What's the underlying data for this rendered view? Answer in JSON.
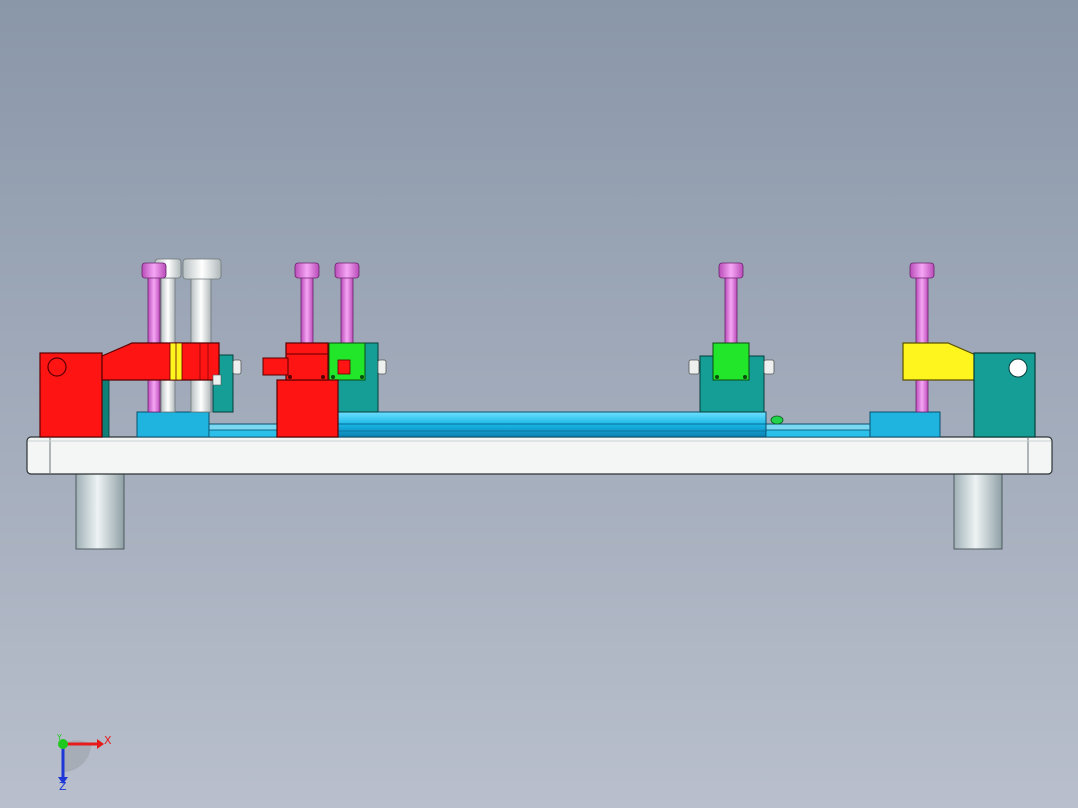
{
  "viewport": {
    "background_top": "#8a97a9",
    "background_bottom": "#b9bfcc"
  },
  "colors": {
    "base_plate": "#f2f4f4",
    "rail": "#19b7e6",
    "rail_dark": "#0b7fb0",
    "red_part": "#ff1414",
    "green_part": "#22e62a",
    "yellow_part": "#fff51e",
    "teal_part": "#159e96",
    "magenta_bolt": "#e070e0",
    "white_bolt": "#eef0f0",
    "leg": "#d8e0e4"
  },
  "triad": {
    "x_label": "X",
    "y_label": "Y",
    "z_label": "Z",
    "x_color": "#e61c1c",
    "y_color": "#1ec81e",
    "z_color": "#1c36d8"
  }
}
